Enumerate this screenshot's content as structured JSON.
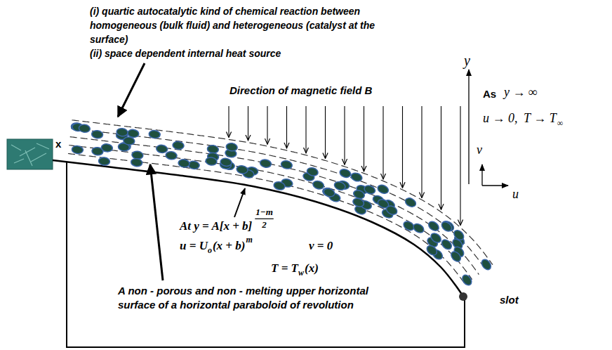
{
  "diagram": {
    "labels": [
      "(i) quartic autocatalytic kind of chemical reaction between homogeneous (bulk fluid) and heterogeneous (catalyst at the surface)",
      "(ii) space dependent internal heat source",
      "Direction of magnetic field B",
      "y",
      "As",
      "y → ∞",
      "u → 0,",
      "T → T",
      "∞",
      "v",
      "u",
      "x",
      "At y = A[x + b]",
      "1−m",
      "2",
      "u = U",
      "o",
      "(x + b)",
      "m",
      "v = 0",
      "T = T",
      "w",
      "(x)",
      "A non - porous and non - melting upper horizontal surface of a horizontal paraboloid of revolution",
      "slot"
    ]
  }
}
